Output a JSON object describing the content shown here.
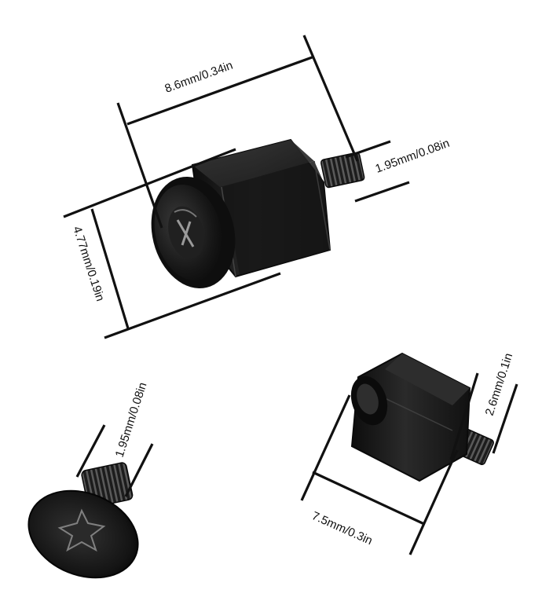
{
  "labels": {
    "standoff_length": "8.6mm/0.34in",
    "standoff_thread": "1.95mm/0.08in",
    "standoff_height": "4.77mm/0.19in",
    "screw_thread": "1.95mm/0.08in",
    "small_standoff_thread": "2.6mm/0.1in",
    "small_standoff_length": "7.5mm/0.3in"
  },
  "colors": {
    "background": "#ffffff",
    "line": "#111111",
    "metal_dark": "#1a1a1a",
    "metal_mid": "#2e2e2e",
    "metal_light": "#555555",
    "highlight": "#8a8a8a"
  },
  "parts": [
    "screw-with-standoff",
    "flat-head-screw",
    "hex-standoff"
  ]
}
